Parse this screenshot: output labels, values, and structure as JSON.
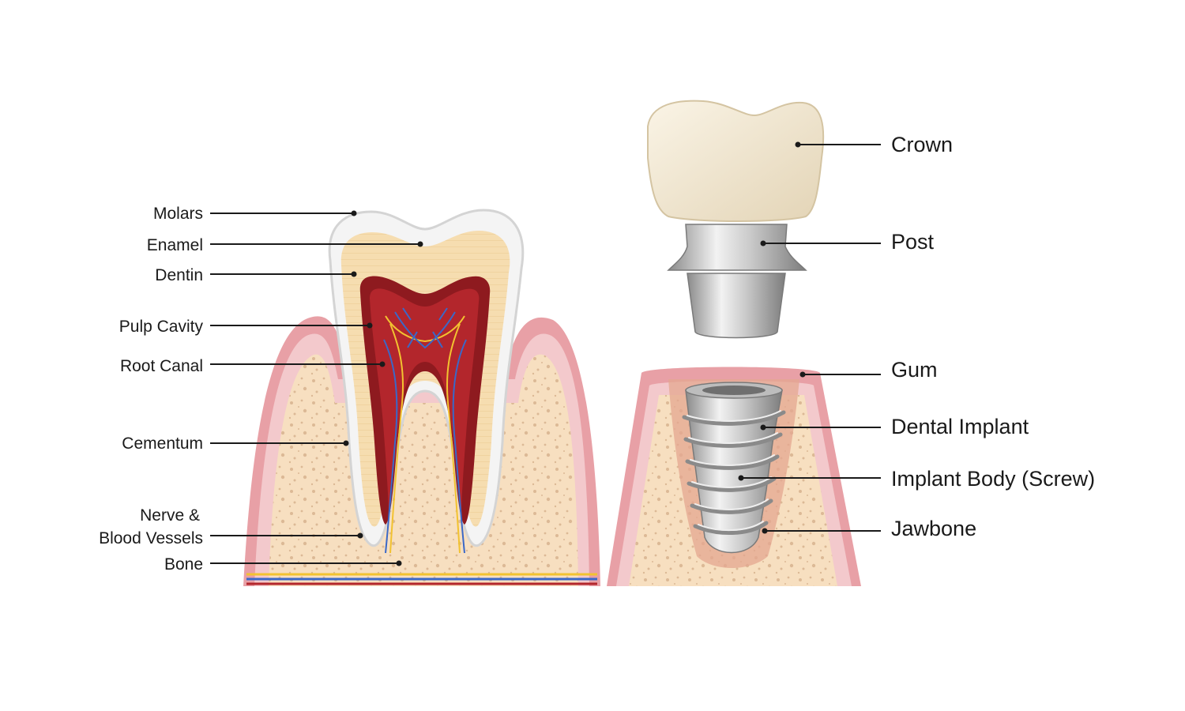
{
  "tooth_labels": [
    {
      "id": "molars",
      "text": "Molars"
    },
    {
      "id": "enamel",
      "text": "Enamel"
    },
    {
      "id": "dentin",
      "text": "Dentin"
    },
    {
      "id": "pulp-cavity",
      "text": "Pulp Cavity"
    },
    {
      "id": "root-canal",
      "text": "Root Canal"
    },
    {
      "id": "cementum",
      "text": "Cementum"
    },
    {
      "id": "nerve-blood-vessels",
      "lines": [
        "Nerve &",
        "Blood Vessels"
      ]
    },
    {
      "id": "bone",
      "text": "Bone"
    }
  ],
  "implant_labels": [
    {
      "id": "crown",
      "text": "Crown"
    },
    {
      "id": "post",
      "text": "Post"
    },
    {
      "id": "gum",
      "text": "Gum"
    },
    {
      "id": "dental-implant",
      "text": "Dental Implant"
    },
    {
      "id": "implant-body",
      "text": "Implant Body (Screw)"
    },
    {
      "id": "jawbone",
      "text": "Jawbone"
    }
  ],
  "colors": {
    "gum_outer": "#e8a0a6",
    "gum_inner": "#f3c9cc",
    "bone": "#f7dfc0",
    "bone_spots": "#d9b591",
    "enamel": "#f4f4f4",
    "dentin": "#f6ddb0",
    "pulp_outer": "#8e1a1f",
    "pulp_inner": "#b3262c",
    "nerve_blue": "#3a68c8",
    "nerve_yellow": "#f2c230",
    "crown": "#efe4cf",
    "metal_light": "#e8e8e8",
    "metal_dark": "#8d8d8d",
    "leader": "#1a1a1a"
  }
}
